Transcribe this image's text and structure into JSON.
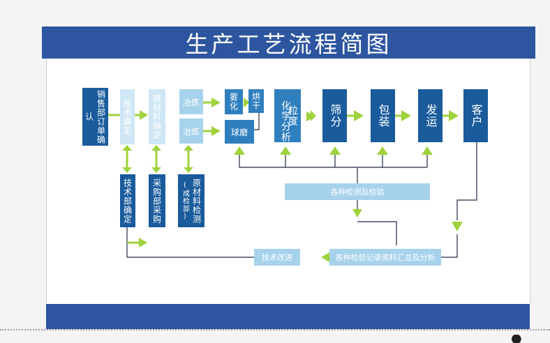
{
  "title": "生产工艺流程简图",
  "nodes": {
    "sales_order": "销售部订单确认",
    "tech_confirm": "技术确定",
    "material_confirm": "原材料确定",
    "smelt_1": "冶炼",
    "smelt_2": "冶炼",
    "atomize": "雾化",
    "dry": "烘干",
    "ball_mill": "球磨",
    "chem_analysis": "化学分析",
    "particle_size": "粒度",
    "sieve": "筛分",
    "pack": "包装",
    "ship": "发运",
    "customer": "客户",
    "tech_dept": "技术部确定",
    "purchase_dept": "采购部采购",
    "raw_test_main": "原材料检测",
    "raw_test_sub": "(成检部)",
    "inspection": "各种检测及检验",
    "records": "各种检验记录资料汇总及分析",
    "improve": "技术改进"
  },
  "colors": {
    "banner": "#2d55a0",
    "dark_box": "#1a5b9c",
    "mid_box": "#2f7fbf",
    "light_box": "#a7d2ec",
    "arrow": "#9fd23c",
    "line": "#1f2a44"
  }
}
